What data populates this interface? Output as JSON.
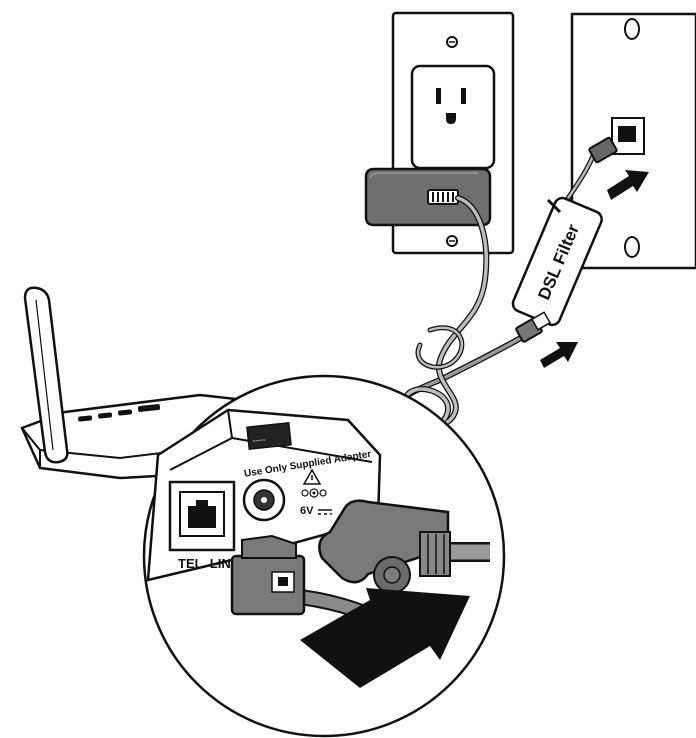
{
  "labels": {
    "tel_line": "TEL. LINE",
    "adapter_warning": "Use Only Supplied Adapter",
    "voltage": "6V",
    "dsl_filter": "DSL Filter"
  },
  "colors": {
    "outline": "#111111",
    "device_white": "#ffffff",
    "adapter_gray": "#6f6f6f",
    "cord_gray": "#8a8a8a",
    "connector_gray": "#7a7a7a",
    "arrow_black": "#111111"
  },
  "icons": [
    "warning-triangle-icon",
    "polarity-symbol-icon",
    "brand-logo-icon"
  ]
}
